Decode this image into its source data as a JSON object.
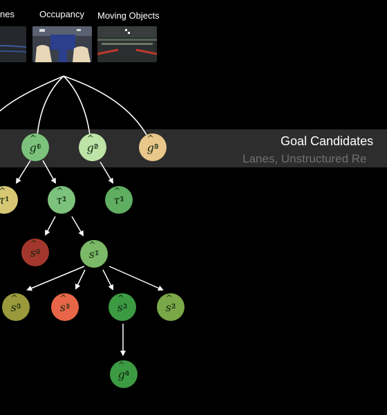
{
  "inputs": {
    "lanes_label": "nes",
    "occupancy_label": "Occupancy",
    "moving_objects_label": "Moving Objects"
  },
  "band": {
    "title": "Goal Candidates",
    "subtitle": "Lanes, Unstructured Re"
  },
  "nodes": [
    {
      "id": "g01",
      "base": "g",
      "hat": "^",
      "sup": "1",
      "sub": "0",
      "color": "#7cc27c"
    },
    {
      "id": "g02",
      "base": "g",
      "hat": "^",
      "sup": "2",
      "sub": "0",
      "color": "#bde3a7"
    },
    {
      "id": "g03",
      "base": "g",
      "hat": "^",
      "sup": "3",
      "sub": "0",
      "color": "#e9c68a"
    },
    {
      "id": "t11",
      "base": "τ",
      "hat": "^",
      "sup": "1",
      "sub": "1",
      "color": "#d6c873"
    },
    {
      "id": "t12",
      "base": "τ",
      "hat": "^",
      "sup": "2",
      "sub": "1",
      "color": "#7cc27c"
    },
    {
      "id": "t13",
      "base": "τ",
      "hat": "^",
      "sup": "3",
      "sub": "1",
      "color": "#5fae62"
    },
    {
      "id": "s20",
      "base": "s",
      "hat": "^",
      "sup": "0",
      "sub": "2",
      "color": "#a4372d"
    },
    {
      "id": "s21",
      "base": "s",
      "hat": "^",
      "sup": "1",
      "sub": "2",
      "color": "#7bb868"
    },
    {
      "id": "s30",
      "base": "s",
      "hat": "^",
      "sup": "0",
      "sub": "3",
      "color": "#9a9a3c"
    },
    {
      "id": "s31",
      "base": "s",
      "hat": "^",
      "sup": "1",
      "sub": "3",
      "color": "#e86648"
    },
    {
      "id": "s32a",
      "base": "s",
      "hat": "^",
      "sup": "2",
      "sub": "3",
      "color": "#3c9a43"
    },
    {
      "id": "s32b",
      "base": "s",
      "hat": "^",
      "sup": "2",
      "sub": "3",
      "color": "#7aa848"
    },
    {
      "id": "g40",
      "base": "g",
      "hat": "^",
      "sup": "0",
      "sub": "4",
      "color": "#3c9a43"
    }
  ],
  "colors": {
    "background": "#000000",
    "band": "#2c2d2c",
    "edge": "#ffffff",
    "subtitle": "#6f716f"
  }
}
